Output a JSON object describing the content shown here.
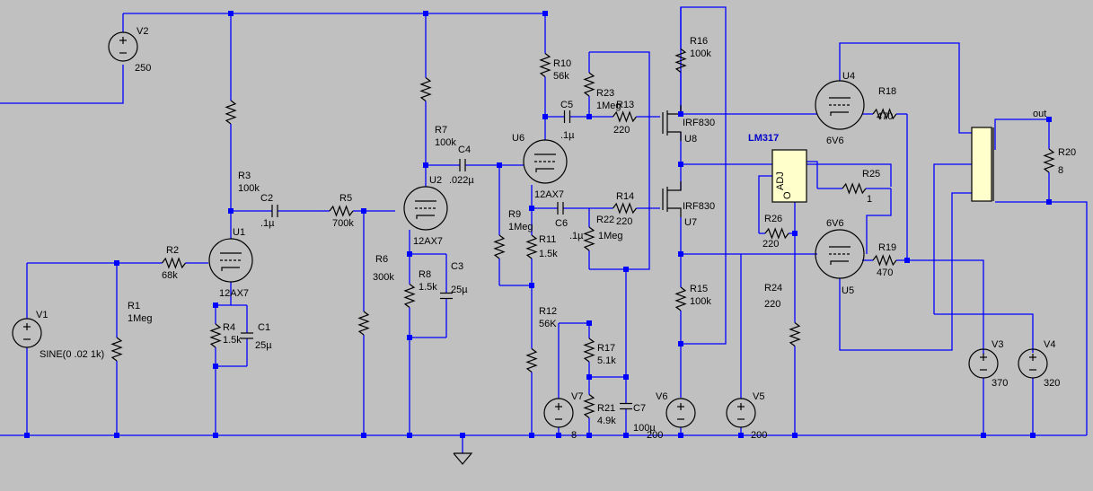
{
  "schematic": {
    "wire_color": "#0000ff",
    "background_color": "#c0c0c0",
    "sources": [
      {
        "name": "V1",
        "value": "SINE(0 .02 1k)"
      },
      {
        "name": "V2",
        "value": "250"
      },
      {
        "name": "V3",
        "value": "370"
      },
      {
        "name": "V4",
        "value": "320"
      },
      {
        "name": "V5",
        "value": "200"
      },
      {
        "name": "V6",
        "value": "200"
      },
      {
        "name": "V7",
        "value": "8"
      }
    ],
    "resistors": [
      {
        "name": "R1",
        "value": "1Meg"
      },
      {
        "name": "R2",
        "value": "68k"
      },
      {
        "name": "R3",
        "value": "100k"
      },
      {
        "name": "R4",
        "value": "1.5k"
      },
      {
        "name": "R5",
        "value": "700k"
      },
      {
        "name": "R6",
        "value": "300k"
      },
      {
        "name": "R7",
        "value": "100k"
      },
      {
        "name": "R8",
        "value": "1.5k"
      },
      {
        "name": "R9",
        "value": "1Meg"
      },
      {
        "name": "R10",
        "value": "56k"
      },
      {
        "name": "R11",
        "value": "1.5k"
      },
      {
        "name": "R12",
        "value": "56K"
      },
      {
        "name": "R13",
        "value": "220"
      },
      {
        "name": "R14",
        "value": "220"
      },
      {
        "name": "R15",
        "value": "100k"
      },
      {
        "name": "R16",
        "value": "100k"
      },
      {
        "name": "R17",
        "value": "5.1k"
      },
      {
        "name": "R18",
        "value": "470"
      },
      {
        "name": "R19",
        "value": "470"
      },
      {
        "name": "R20",
        "value": "8"
      },
      {
        "name": "R21",
        "value": "4.9k"
      },
      {
        "name": "R22",
        "value": "1Meg"
      },
      {
        "name": "R23",
        "value": "1Meg"
      },
      {
        "name": "R24",
        "value": "220"
      },
      {
        "name": "R25",
        "value": "1"
      },
      {
        "name": "R26",
        "value": "220"
      }
    ],
    "capacitors": [
      {
        "name": "C1",
        "value": "25µ"
      },
      {
        "name": "C2",
        "value": ".1µ"
      },
      {
        "name": "C3",
        "value": "25µ"
      },
      {
        "name": "C4",
        "value": ".022µ"
      },
      {
        "name": "C5",
        "value": ".1µ"
      },
      {
        "name": "C6",
        "value": ".1µ"
      },
      {
        "name": "C7",
        "value": "100µ"
      }
    ],
    "tubes": [
      {
        "name": "U1",
        "model": "12AX7"
      },
      {
        "name": "U2",
        "model": "12AX7"
      },
      {
        "name": "U6",
        "model": "12AX7"
      },
      {
        "name": "U4",
        "model": "6V6"
      },
      {
        "name": "U5",
        "model": "6V6"
      }
    ],
    "mosfets": [
      {
        "name": "U8",
        "model": "IRF830"
      },
      {
        "name": "U7",
        "model": "IRF830"
      }
    ],
    "regulator": {
      "name": "LM317",
      "pin_adj": "ADJ",
      "pin_o": "O"
    },
    "output_label": "out"
  }
}
